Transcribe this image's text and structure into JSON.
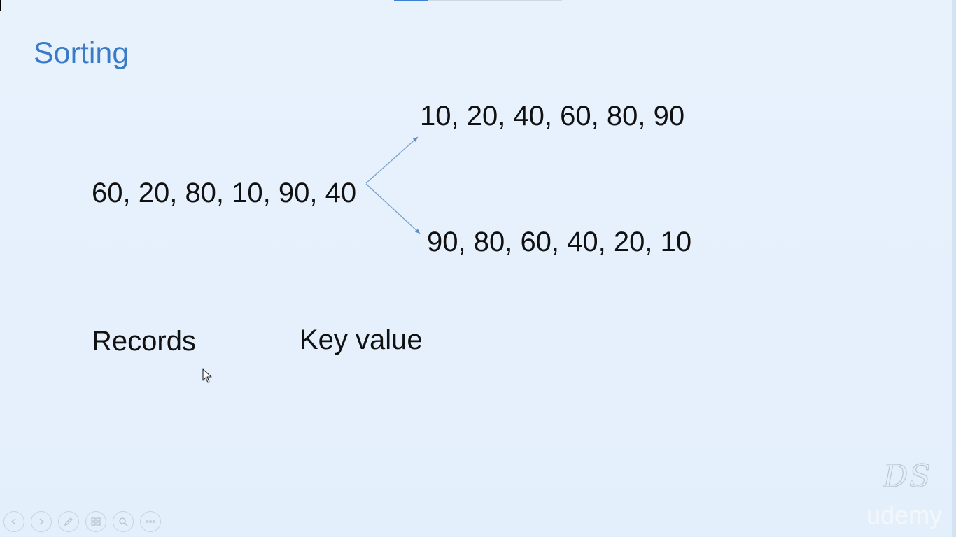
{
  "slide": {
    "title": "Sorting",
    "input_sequence": "60, 20, 80, 10, 90, 40",
    "ascending_sequence": "10, 20, 40, 60, 80, 90",
    "descending_sequence": "90, 80, 60, 40, 20, 10",
    "label_records": "Records",
    "label_key": "Key value"
  },
  "watermark": {
    "logo_text": "DS",
    "brand_text": "udemy"
  },
  "toolbar": {
    "buttons": [
      {
        "icon": "previous-icon"
      },
      {
        "icon": "next-icon"
      },
      {
        "icon": "pen-icon"
      },
      {
        "icon": "slides-icon"
      },
      {
        "icon": "zoom-icon"
      },
      {
        "icon": "more-icon"
      }
    ]
  },
  "colors": {
    "title": "#3a7bc8",
    "text": "#111111",
    "background": "#e5f0fc",
    "arrow": "#6a96cc"
  }
}
